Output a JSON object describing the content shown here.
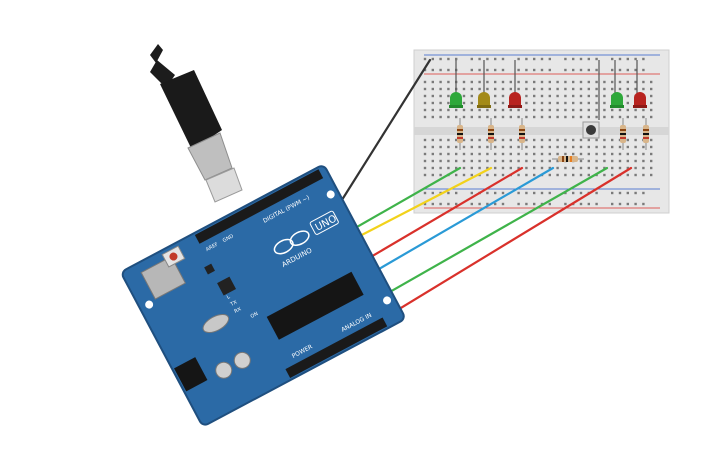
{
  "colors": {
    "board": "#2b6aa6",
    "board_edge": "#1f4f7f",
    "breadboard": "#e6e6e6",
    "rail_red": "#d9312b",
    "rail_blue": "#2b58c8",
    "wire_green": "#3fb34a",
    "wire_yellow": "#f2d21b",
    "wire_red": "#d9312b",
    "wire_blue": "#2a9ad6",
    "wire_black": "#333333",
    "led_green": "#2ea83a",
    "led_yellow": "#a38a18",
    "led_red": "#b8231f"
  },
  "board": {
    "brand": "ARDUINO",
    "model": "UNO",
    "digital_label": "DIGITAL (PWM ~)",
    "power_label": "POWER",
    "analog_label": "ANALOG IN",
    "aref": "AREF",
    "gnd": "GND",
    "tx": "TX",
    "rx": "RX",
    "l": "L",
    "on": "ON"
  },
  "components": {
    "leds": [
      "green",
      "yellow",
      "red",
      "green",
      "red"
    ],
    "resistors": 6,
    "pushbutton": 1
  },
  "icons": [
    "usb-cable-icon",
    "arduino-uno-icon",
    "breadboard-icon",
    "led-icon",
    "resistor-icon",
    "pushbutton-icon"
  ]
}
